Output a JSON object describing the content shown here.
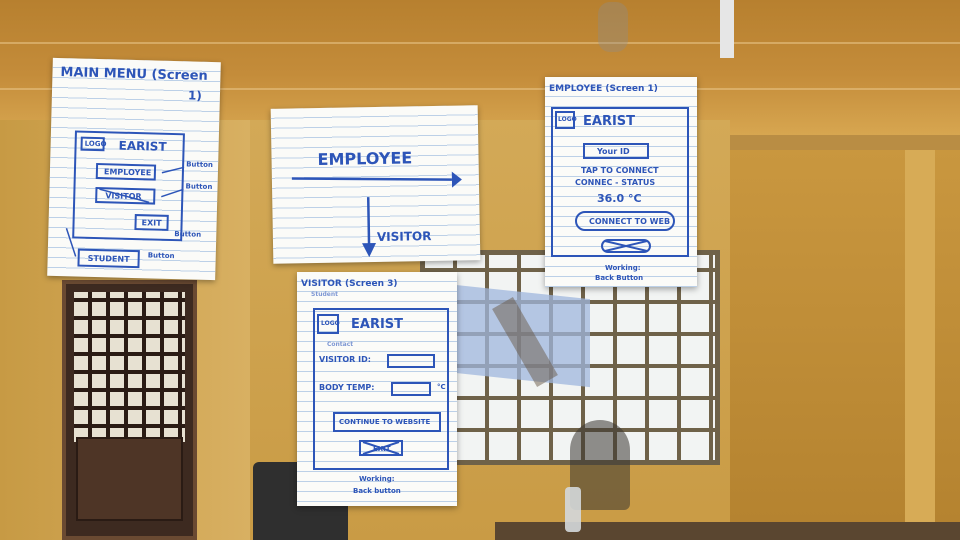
{
  "photo": {
    "description_color": "#2d55b8"
  },
  "sheet_main_menu": {
    "title_line1": "MAIN MENU (Screen",
    "title_line2": "1)",
    "logo": "LOGO",
    "brand": "EARIST",
    "button1": "EMPLOYEE",
    "button2": "VISITOR",
    "button3": "EXIT",
    "button4": "STUDENT",
    "note1": "Button",
    "note2": "Button",
    "note3": "Button",
    "note4": "Button"
  },
  "sheet_flow": {
    "employee_label": "EMPLOYEE",
    "visitor_label": "VISITOR"
  },
  "sheet_employee": {
    "title": "EMPLOYEE (Screen 1)",
    "logo": "LOGO",
    "brand": "EARIST",
    "id_field": "Your ID",
    "instruction_line1": "TAP TO CONNECT",
    "instruction_line2": "CONNEC - STATUS",
    "temperature": "36.0 °C",
    "connect_button": "CONNECT TO WEB",
    "footer_line1": "Working:",
    "footer_line2": "Back Button"
  },
  "sheet_visitor": {
    "title": "VISITOR (Screen 3)",
    "subtitle": "Student",
    "logo": "LOGO",
    "brand": "EARIST",
    "contact_note": "Contact",
    "visitor_id_label": "VISITOR ID:",
    "body_temp_label": "BODY TEMP:",
    "temp_unit": "°C",
    "continue_button": "CONTINUE TO WEBSITE",
    "exit_button": "EXIT",
    "footer_line1": "Working:",
    "footer_line2": "Back button"
  }
}
